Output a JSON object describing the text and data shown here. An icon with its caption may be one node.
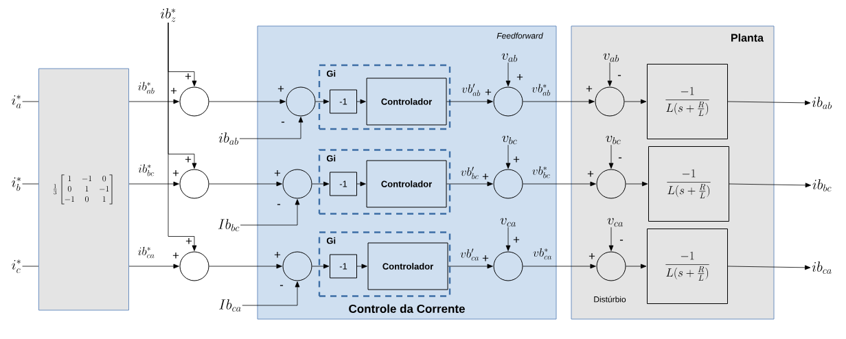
{
  "diagram": {
    "nodes": [
      {
        "text": [
          "i_{a}^{*}"
        ]
      },
      {
        "text": [
          "i_{b}^{*}"
        ]
      },
      {
        "text": [
          "i_{c}^{*}"
        ]
      },
      {
        "text": [
          "\\frac{1}{3}\\begin{bmatrix}1&-1&0\\\\0&1&-1\\\\-1&0&1\\end{bmatrix}"
        ]
      },
      {
        "text": [
          "ib_{z}^{*}"
        ]
      },
      {
        "text": [],
        "shape": "circle"
      },
      {
        "text": [],
        "shape": "circle"
      },
      {
        "text": [],
        "shape": "circle"
      },
      {
        "text": [
          "ib_{ab}"
        ]
      },
      {
        "text": [
          "Ib_{bc}"
        ]
      },
      {
        "text": [
          "Ib_{ca}"
        ]
      },
      {
        "text": [
          "Controle da Corrente"
        ]
      },
      {
        "text": [],
        "shape": "circle",
        "in": 11
      },
      {
        "text": [],
        "shape": "circle",
        "in": 11
      },
      {
        "text": [],
        "shape": "circle",
        "in": 11
      },
      {
        "text": [
          "Gi"
        ],
        "in": 11
      },
      {
        "text": [
          "Gi"
        ],
        "in": 11
      },
      {
        "text": [
          "Gi"
        ],
        "in": 11
      },
      {
        "text": [
          "-1"
        ],
        "in": 15
      },
      {
        "text": [
          "-1"
        ],
        "in": 16
      },
      {
        "text": [
          "-1"
        ],
        "in": 17
      },
      {
        "text": [
          "Controlador"
        ],
        "in": 15
      },
      {
        "text": [
          "Controlador"
        ],
        "in": 16
      },
      {
        "text": [
          "Controlador"
        ],
        "in": 17
      },
      {
        "text": [
          "v_{ab}"
        ],
        "in": 11
      },
      {
        "text": [
          "v_{bc}"
        ],
        "in": 11
      },
      {
        "text": [
          "v_{ca}"
        ],
        "in": 11
      },
      {
        "text": [],
        "shape": "circle",
        "in": 11
      },
      {
        "text": [],
        "shape": "circle",
        "in": 11
      },
      {
        "text": [],
        "shape": "circle",
        "in": 11
      },
      {
        "text": [
          "Planta"
        ]
      },
      {
        "text": [
          "v_{ab}"
        ],
        "in": 30
      },
      {
        "text": [
          "v_{bc}"
        ],
        "in": 30
      },
      {
        "text": [
          "v_{ca}"
        ],
        "in": 30
      },
      {
        "text": [],
        "shape": "circle",
        "in": 30
      },
      {
        "text": [],
        "shape": "circle",
        "in": 30
      },
      {
        "text": [],
        "shape": "circle",
        "in": 30
      },
      {
        "text": [
          "\\frac{-1}{L(s+\\frac{R}{L})}"
        ],
        "in": 30
      },
      {
        "text": [
          "\\frac{-1}{L(s+\\frac{R}{L})}"
        ],
        "in": 30
      },
      {
        "text": [
          "\\frac{-1}{L(s+\\frac{R}{L})}"
        ],
        "in": 30
      },
      {
        "text": [
          "ib_{ab}"
        ]
      },
      {
        "text": [
          "ib_{bc}"
        ]
      },
      {
        "text": [
          "ib_{ca}"
        ]
      }
    ],
    "edges": [
      {
        "from": 0,
        "to": 3,
        "arrow": "none"
      },
      {
        "from": 1,
        "to": 3,
        "arrow": "none"
      },
      {
        "from": 2,
        "to": 3,
        "arrow": "none"
      },
      {
        "from": 3,
        "to": 5,
        "arrow": "to",
        "label": "ib_{ab}^{*}"
      },
      {
        "from": 3,
        "to": 6,
        "arrow": "to",
        "label": "ib_{bc}^{*}"
      },
      {
        "from": 3,
        "to": 7,
        "arrow": "to",
        "label": "ib_{ca}^{*}"
      },
      {
        "from": 4,
        "to": 5,
        "arrow": "to"
      },
      {
        "from": 4,
        "to": 6,
        "arrow": "to"
      },
      {
        "from": 4,
        "to": 7,
        "arrow": "to"
      },
      {
        "from": 5,
        "to": 12,
        "arrow": "to"
      },
      {
        "from": 6,
        "to": 13,
        "arrow": "to"
      },
      {
        "from": 7,
        "to": 14,
        "arrow": "to"
      },
      {
        "from": 8,
        "to": 12,
        "arrow": "to"
      },
      {
        "from": 9,
        "to": 13,
        "arrow": "to"
      },
      {
        "from": 10,
        "to": 14,
        "arrow": "to"
      },
      {
        "from": 12,
        "to": 18,
        "arrow": "to"
      },
      {
        "from": 13,
        "to": 19,
        "arrow": "to"
      },
      {
        "from": 14,
        "to": 20,
        "arrow": "to"
      },
      {
        "from": 18,
        "to": 21,
        "arrow": "to"
      },
      {
        "from": 19,
        "to": 22,
        "arrow": "to"
      },
      {
        "from": 20,
        "to": 23,
        "arrow": "to"
      },
      {
        "from": 21,
        "to": 27,
        "arrow": "to",
        "label": "vb'_{ab}"
      },
      {
        "from": 22,
        "to": 28,
        "arrow": "to",
        "label": "vb'_{bc}"
      },
      {
        "from": 23,
        "to": 29,
        "arrow": "to",
        "label": "vb'_{ca}"
      },
      {
        "from": 24,
        "to": 27,
        "arrow": "to"
      },
      {
        "from": 25,
        "to": 28,
        "arrow": "to"
      },
      {
        "from": 26,
        "to": 29,
        "arrow": "to"
      },
      {
        "from": 27,
        "to": 34,
        "arrow": "to",
        "label": "vb_{ab}^{*}"
      },
      {
        "from": 28,
        "to": 35,
        "arrow": "to",
        "label": "vb_{bc}^{*}"
      },
      {
        "from": 29,
        "to": 36,
        "arrow": "to",
        "label": "vb_{ca}^{*}"
      },
      {
        "from": 31,
        "to": 34,
        "arrow": "to"
      },
      {
        "from": 32,
        "to": 35,
        "arrow": "to"
      },
      {
        "from": 33,
        "to": 36,
        "arrow": "to"
      },
      {
        "from": 34,
        "to": 37,
        "arrow": "to"
      },
      {
        "from": 35,
        "to": 38,
        "arrow": "to"
      },
      {
        "from": 36,
        "to": 39,
        "arrow": "to"
      },
      {
        "from": 37,
        "to": 40,
        "arrow": "to"
      },
      {
        "from": 38,
        "to": 41,
        "arrow": "to"
      },
      {
        "from": 39,
        "to": 42,
        "arrow": "to"
      }
    ],
    "labels": [
      "Feedforward",
      "+",
      "+",
      "+",
      "-",
      "+",
      "+",
      "+",
      "-",
      "+",
      "+",
      "+",
      "-",
      "+",
      "+",
      "+",
      "-",
      "+",
      "+",
      "+",
      "-",
      "+",
      "+",
      "+",
      "-",
      "Distúrbio"
    ]
  }
}
